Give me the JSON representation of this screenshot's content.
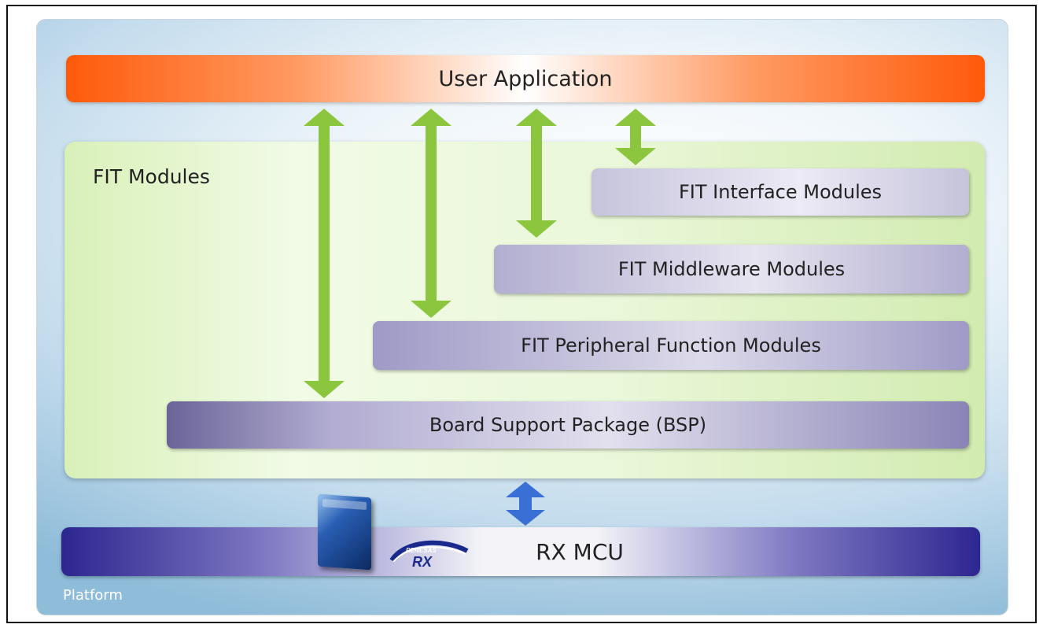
{
  "user_application": "User Application",
  "fit_modules_label": "FIT Modules",
  "modules": {
    "interface": "FIT Interface Modules",
    "middleware": "FIT Middleware Modules",
    "peripheral": "FIT Peripheral Function Modules",
    "bsp": "Board Support Package (BSP)"
  },
  "rx_mcu": "RX MCU",
  "platform_label": "Platform",
  "logo": {
    "brand": "RENESAS",
    "sub": "RX"
  },
  "colors": {
    "user_app_orange": "#ff5a0a",
    "arrow_green": "#8cc63f",
    "arrow_blue": "#3a6fd6",
    "mcu_navy": "#2d2690"
  }
}
